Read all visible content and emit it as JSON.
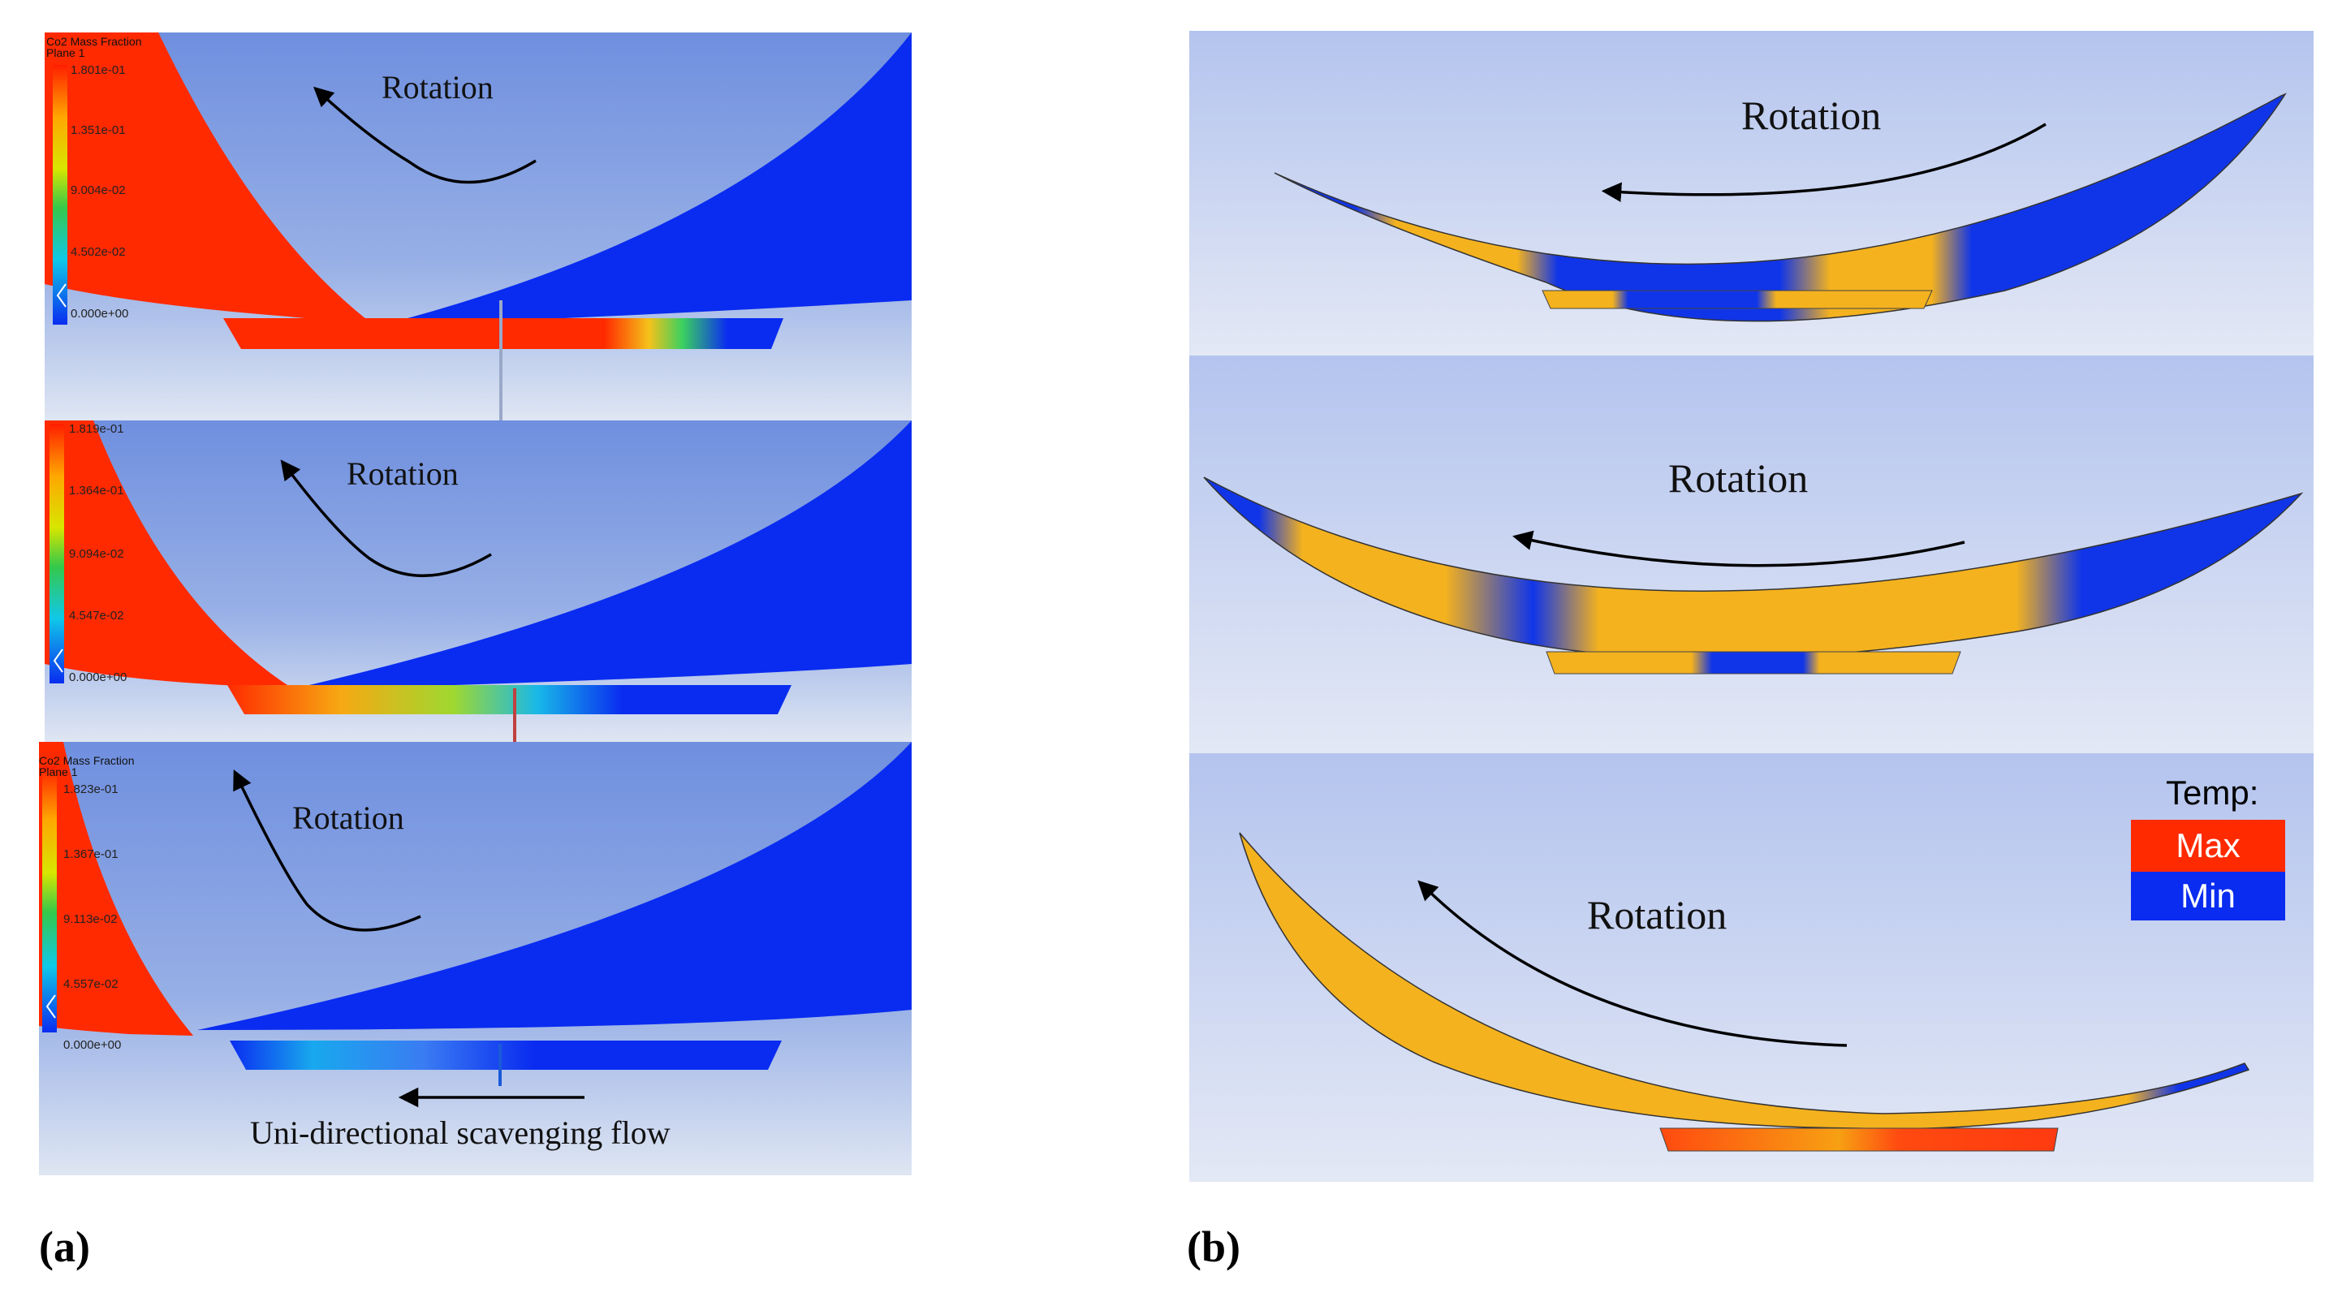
{
  "colors": {
    "sky_top": "#7a98e0",
    "sky_bottom": "#d2dcf0",
    "co2_max": "#ff2a00",
    "co2_min": "#0a2cf0",
    "warm": "#f4b21e",
    "cold": "#1035e8"
  },
  "panel_a": {
    "label": "(a)",
    "plots": [
      {
        "legend_title": "Co2 Mass Fraction",
        "legend_subtitle": "Plane 1",
        "ticks": [
          "1.801e-01",
          "1.351e-01",
          "9.004e-02",
          "4.502e-02",
          "0.000e+00"
        ],
        "rotation": "Rotation"
      },
      {
        "legend_title": "",
        "legend_subtitle": "",
        "ticks": [
          "1.819e-01",
          "1.364e-01",
          "9.094e-02",
          "4.547e-02",
          "0.000e+00"
        ],
        "rotation": "Rotation"
      },
      {
        "legend_title": "Co2 Mass Fraction",
        "legend_subtitle": "Plane 1",
        "ticks": [
          "1.823e-01",
          "1.367e-01",
          "9.113e-02",
          "4.557e-02",
          "0.000e+00"
        ],
        "rotation": "Rotation",
        "flow_caption": "Uni-directional scavenging flow"
      }
    ]
  },
  "panel_b": {
    "label": "(b)",
    "rotations": [
      "Rotation",
      "Rotation",
      "Rotation"
    ],
    "legend": {
      "title": "Temp:",
      "max": "Max",
      "min": "Min",
      "max_color": "#ff2a00",
      "min_color": "#0a2cf0"
    }
  },
  "icons": [
    "counterclockwise-arrow-icon",
    "left-arrow-icon",
    "colorbar-icon"
  ]
}
